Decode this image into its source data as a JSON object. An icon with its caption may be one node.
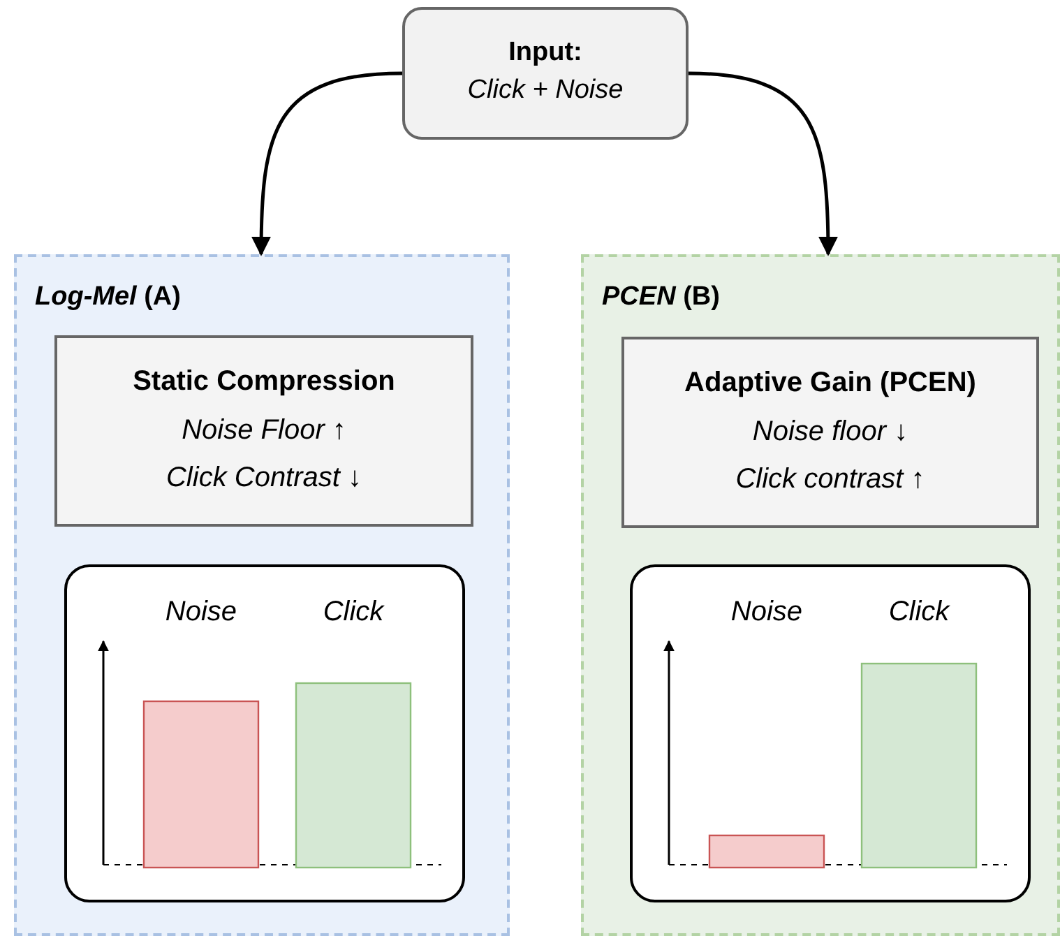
{
  "diagram": {
    "nodes": [
      {
        "text": [
          "Input:",
          "Click + Noise"
        ]
      },
      {
        "text": [
          "*Log-Mel* (A)"
        ]
      },
      {
        "text": [
          "Static Compression",
          "Noise Floor ↑",
          "Click Contrast ↓"
        ],
        "in": 1
      },
      {
        "text": [
          "Noise",
          "Click"
        ],
        "in": 1
      },
      {
        "text": [
          "*PCEN* (B)"
        ]
      },
      {
        "text": [
          "Adaptive Gain (PCEN)",
          "Noise floor ↓",
          "Click contrast ↑"
        ],
        "in": 4
      },
      {
        "text": [
          "Noise",
          "Click"
        ],
        "in": 4
      }
    ],
    "edges": [
      {
        "from": 0,
        "to": 1,
        "arrow": "to"
      },
      {
        "from": 0,
        "to": 4,
        "arrow": "to"
      }
    ]
  }
}
